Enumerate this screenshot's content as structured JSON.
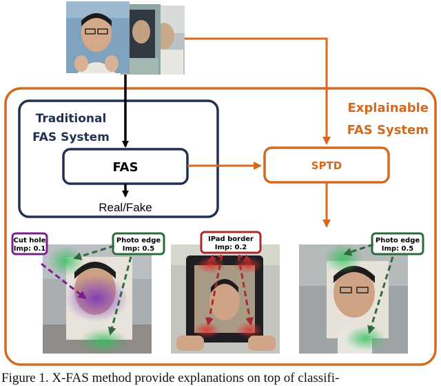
{
  "colors": {
    "orange": "#d4691e",
    "navy": "#1f3153",
    "purple": "#7b1f8e",
    "green": "#2e6b3a",
    "red": "#a82a2a"
  },
  "blocks": {
    "traditional_title_line1": "Traditional",
    "traditional_title_line2": "FAS System",
    "explainable_title_line1": "Explainable",
    "explainable_title_line2": "FAS System",
    "fas_label": "FAS",
    "sptd_label": "SPTD",
    "output_label": "Real/Fake"
  },
  "annotations": {
    "cut_hole": {
      "name": "Cut hole",
      "imp": "Imp: 0.1"
    },
    "photo_edge_left": {
      "name": "Photo edge",
      "imp": "Imp: 0.5"
    },
    "ipad_border": {
      "name": "IPad border",
      "imp": "Imp: 0.2"
    },
    "photo_edge_right": {
      "name": "Photo edge",
      "imp": "Imp: 0.5"
    }
  },
  "caption": "Figure 1. X-FAS method provide explanations on top of classifi-"
}
